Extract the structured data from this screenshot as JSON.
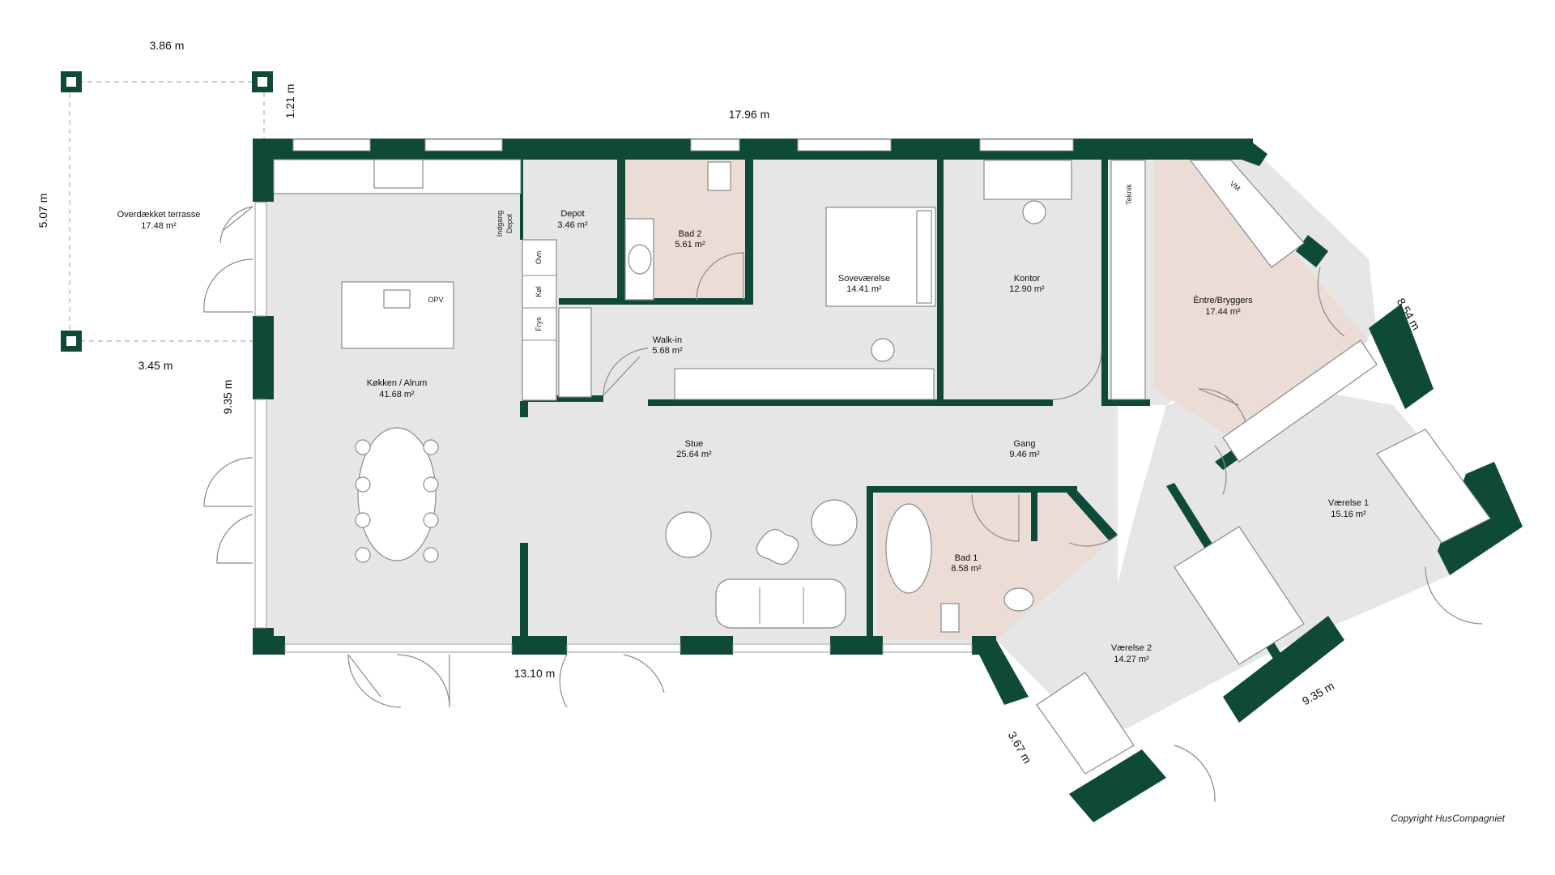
{
  "rooms": {
    "terrace": {
      "name": "Overdækket terrasse",
      "area": "17.48 m²"
    },
    "kitchen": {
      "name": "Køkken / Alrum",
      "area": "41.68 m²"
    },
    "depot": {
      "name": "Depot",
      "area": "3.46 m²"
    },
    "bad2": {
      "name": "Bad 2",
      "area": "5.61 m²"
    },
    "bedroom": {
      "name": "Soveværelse",
      "area": "14.41 m²"
    },
    "office": {
      "name": "Kontor",
      "area": "12.90 m²"
    },
    "entry": {
      "name": "Èntre/Bryggers",
      "area": "17.44 m²"
    },
    "walkin": {
      "name": "Walk-in",
      "area": "5.68 m²"
    },
    "living": {
      "name": "Stue",
      "area": "25.64 m²"
    },
    "hall": {
      "name": "Gang",
      "area": "9.46 m²"
    },
    "bad1": {
      "name": "Bad 1",
      "area": "8.58 m²"
    },
    "room1": {
      "name": "Værelse 1",
      "area": "15.16 m²"
    },
    "room2": {
      "name": "Værelse 2",
      "area": "14.27 m²"
    }
  },
  "fixtures": {
    "oven": "Ovn",
    "fridge": "Køl",
    "freezer": "Frys",
    "dishwasher": "OPV",
    "depot_entry_1": "Indgang",
    "depot_entry_2": "Depot",
    "technical": "Teknik",
    "washer": "VM"
  },
  "dimensions": {
    "terrace_width_top": "3.86 m",
    "terrace_depth": "5.07 m",
    "terrace_offset": "1.21 m",
    "terrace_width_bottom": "3.45 m",
    "house_length_top": "17.96 m",
    "house_depth_left": "9.35 m",
    "house_length_bottom": "13.10 m",
    "wing_outer": "8.54 m",
    "wing_length": "9.35 m",
    "wing_end": "3.67 m"
  },
  "copyright": "Copyright HusCompagniet",
  "colors": {
    "wall": "#0f4a38",
    "floor": "#e6e6e6",
    "bathroom_floor": "#ecdcd6"
  }
}
